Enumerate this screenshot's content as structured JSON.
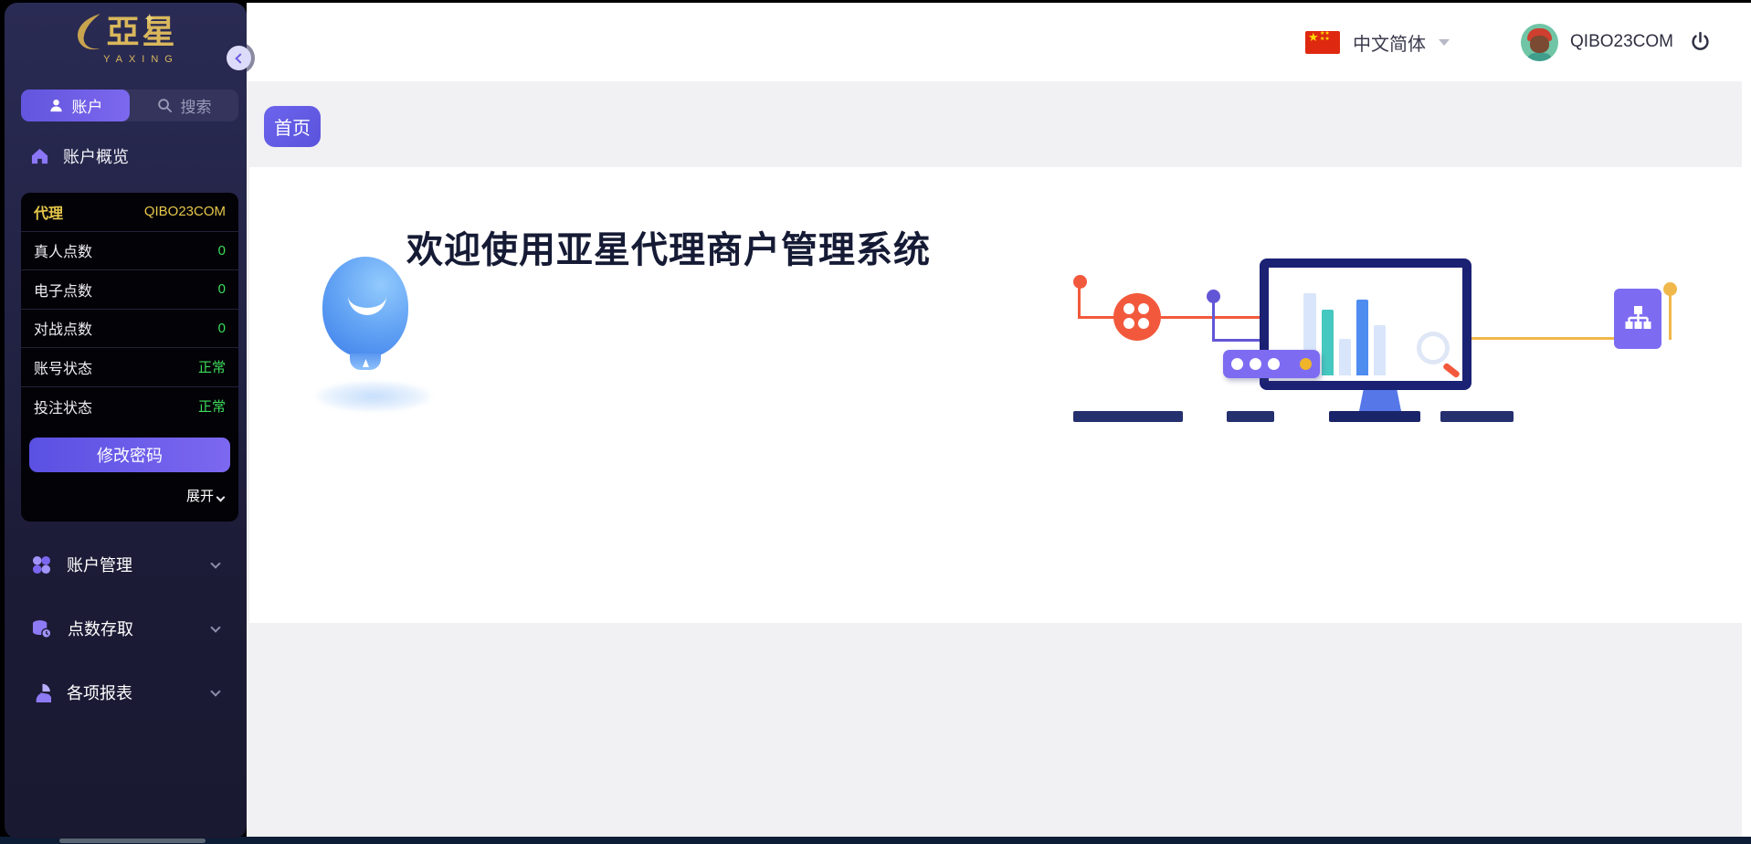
{
  "brand": {
    "cn": "亞星",
    "en": "YAXING"
  },
  "sidebar": {
    "tabs": [
      {
        "label": "账户",
        "icon": "user-icon",
        "active": true
      },
      {
        "label": "搜索",
        "icon": "search-icon",
        "active": false
      }
    ],
    "overview_title": "账户概览",
    "table": {
      "rows": [
        {
          "label": "代理",
          "value": "QIBO23COM"
        },
        {
          "label": "真人点数",
          "value": "0"
        },
        {
          "label": "电子点数",
          "value": "0"
        },
        {
          "label": "对战点数",
          "value": "0"
        },
        {
          "label": "账号状态",
          "value": "正常"
        },
        {
          "label": "投注状态",
          "value": "正常"
        }
      ]
    },
    "change_password": "修改密码",
    "expand": "展开",
    "menu": [
      {
        "label": "账户管理",
        "icon": "clover-icon"
      },
      {
        "label": "点数存取",
        "icon": "coins-icon"
      },
      {
        "label": "各项报表",
        "icon": "pie-icon"
      }
    ]
  },
  "topbar": {
    "language": "中文简体",
    "flag": "china-flag",
    "username": "QIBO23COM"
  },
  "main": {
    "home_tab": "首页",
    "welcome": "欢迎使用亚星代理商户管理系统"
  },
  "colors": {
    "accent_purple": "#6b5ce6",
    "gold": "#e7c84a",
    "status_green": "#3ddc5a",
    "illus_red": "#f2593c",
    "illus_teal": "#45c8c0",
    "illus_blue": "#4e8cf0",
    "illus_yellow": "#f0b429",
    "monitor_navy": "#1b2173"
  }
}
